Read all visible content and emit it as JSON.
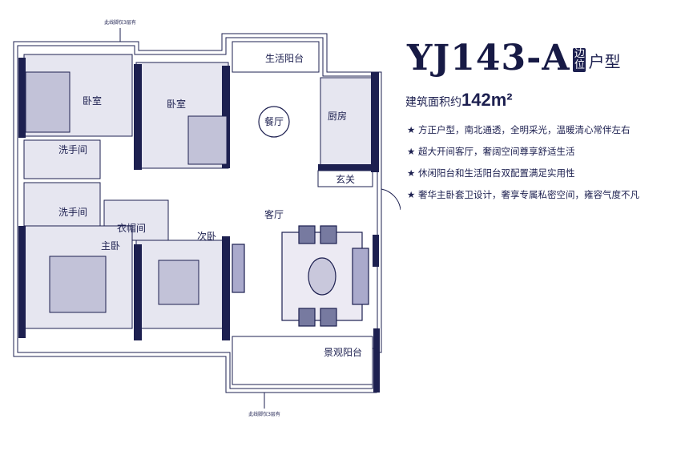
{
  "title": {
    "code": "YJ143-A",
    "badge": "边位",
    "type": "户型"
  },
  "area": {
    "label": "建筑面积约",
    "value": "142m²"
  },
  "features": [
    "★ 方正户型，南北通透，全明采光，温暖清心常伴左右",
    "★ 超大开间客厅，奢阔空间尊享舒适生活",
    "★ 休闲阳台和生活阳台双配置满足实用性",
    "★ 奢华主卧套卫设计，奢享专属私密空间，雍容气度不凡"
  ],
  "plan": {
    "note_top": "此线脚仅3层有",
    "note_bottom": "此线脚仅3层有",
    "rooms": {
      "bedroom1": "卧室",
      "bedroom2": "卧室",
      "life_balcony": "生活阳台",
      "dining": "餐厅",
      "kitchen": "厨房",
      "entry": "玄关",
      "bath1": "洗手间",
      "bath2": "洗手间",
      "cloakroom": "衣帽间",
      "master": "主卧",
      "second_bedroom": "次卧",
      "living": "客厅",
      "view_balcony": "景观阳台"
    }
  },
  "colors": {
    "ink": "#1d2050",
    "room": "#e6e6f0"
  }
}
